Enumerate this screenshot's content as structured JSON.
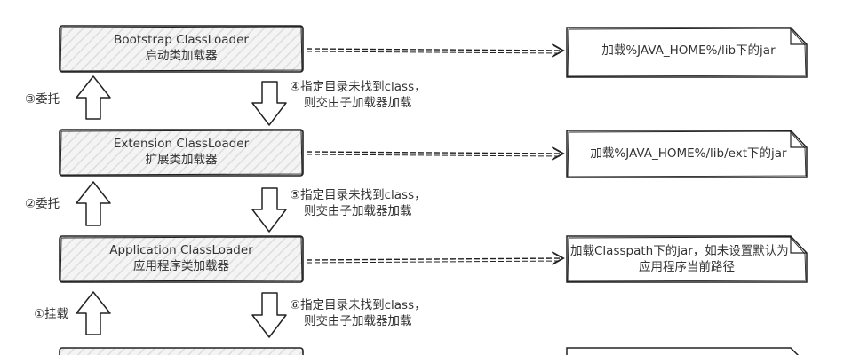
{
  "loaders": [
    {
      "name_en": "Bootstrap ClassLoader",
      "name_cn": "启动类加载器"
    },
    {
      "name_en": "Extension ClassLoader",
      "name_cn": "扩展类加载器"
    },
    {
      "name_en": "Application ClassLoader",
      "name_cn": "应用程序类加载器"
    }
  ],
  "load_paths": [
    {
      "line1": "加载%JAVA_HOME%/lib下的jar"
    },
    {
      "line1": "加载%JAVA_HOME%/lib/ext下的jar"
    },
    {
      "line1": "加载Classpath下的jar，如未设置默认为",
      "line2": "应用程序当前路径"
    }
  ],
  "delegate_labels": [
    "③委托",
    "②委托",
    "①挂载"
  ],
  "fallback_labels": [
    {
      "line1": "④指定目录未找到class，",
      "line2": "则交由子加载器加载"
    },
    {
      "line1": "⑤指定目录未找到class，",
      "line2": "则交由子加载器加载"
    },
    {
      "line1": "⑥指定目录未找到class，",
      "line2": "则交由子加载器加载"
    }
  ],
  "colors": {
    "stroke": "#222222",
    "fill": "#f2f2f2",
    "hatch": "#dcdcdc",
    "text": "#333333"
  }
}
